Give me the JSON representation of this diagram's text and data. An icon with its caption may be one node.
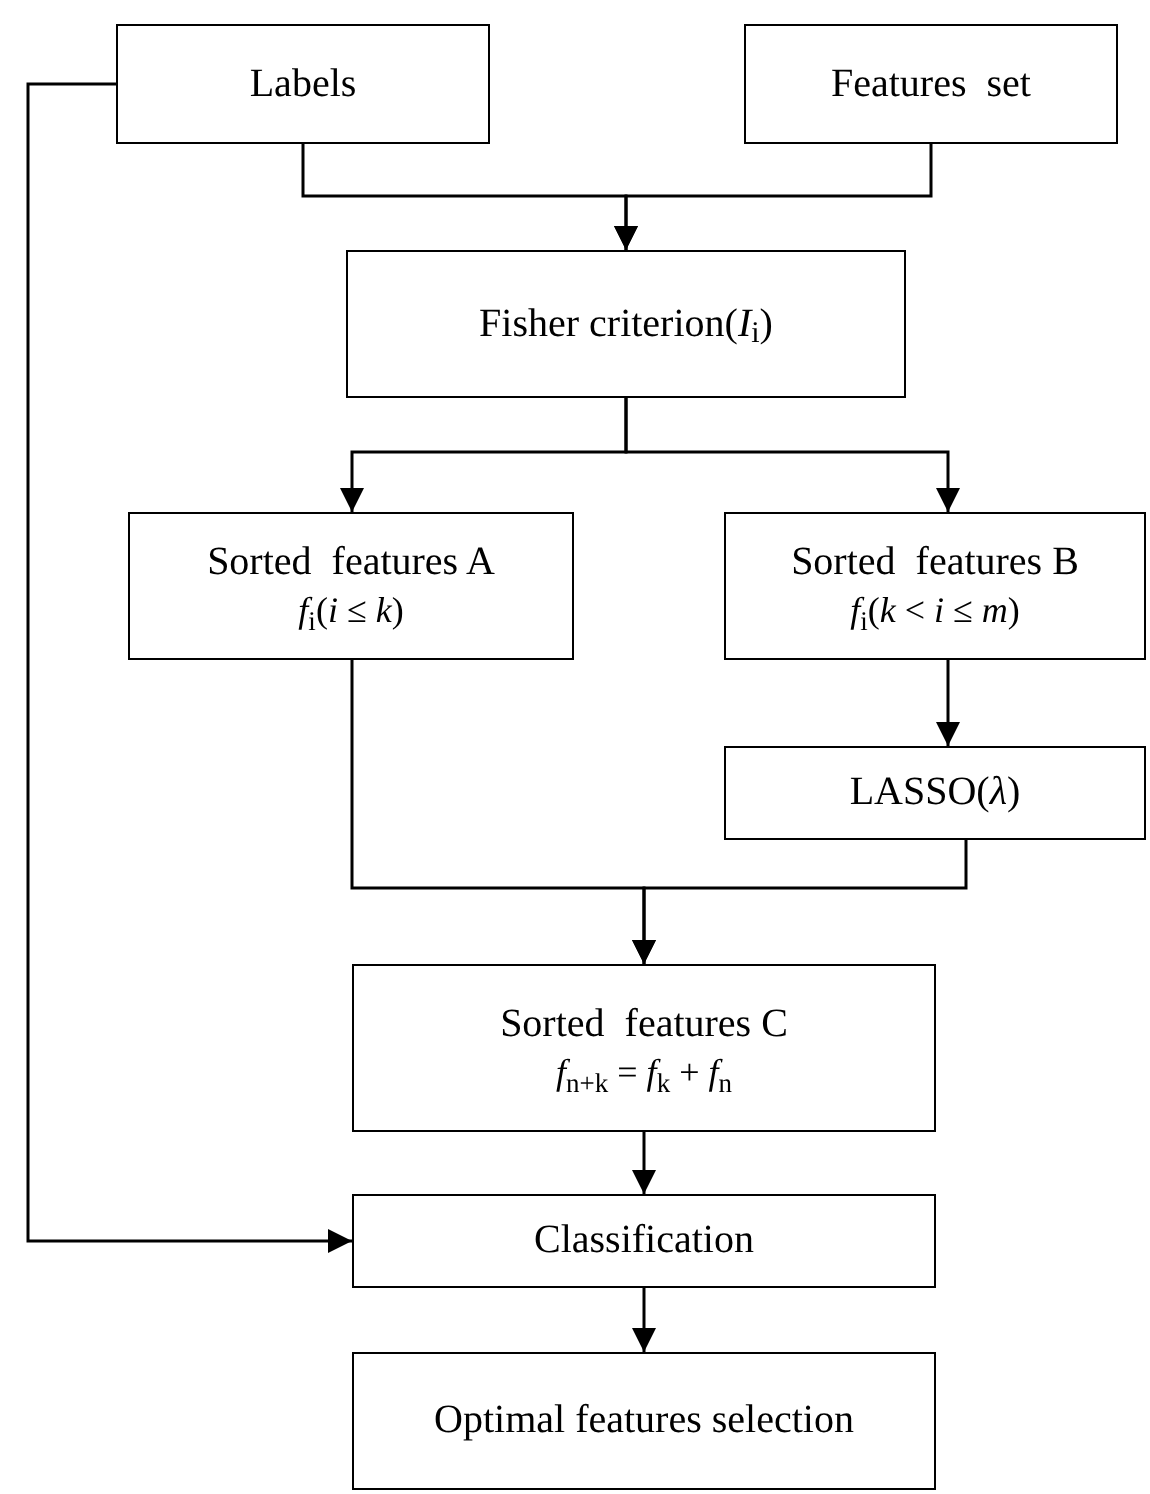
{
  "diagram": {
    "nodes": [
      {
        "text": [
          "Labels"
        ]
      },
      {
        "text": [
          "Features  set"
        ]
      },
      {
        "text": [
          "Fisher criterion(*I*$_{i}$)"
        ]
      },
      {
        "text": [
          "Sorted  features A",
          "*f*$_{i}$(*i* ≤ *k*)"
        ]
      },
      {
        "text": [
          "Sorted  features B",
          "*f*$_{i}$(*k* < *i* ≤ *m*)"
        ]
      },
      {
        "text": [
          "LASSO(*λ*)"
        ]
      },
      {
        "text": [
          "Sorted  features C",
          "*f*$_{n+k}$ = *f*$_{k}$ + *f*$_{n}$"
        ]
      },
      {
        "text": [
          "Classification"
        ]
      },
      {
        "text": [
          "Optimal features selection"
        ]
      }
    ],
    "edges": [
      {
        "from": 0,
        "to": 2,
        "arrow": "to"
      },
      {
        "from": 1,
        "to": 2,
        "arrow": "to"
      },
      {
        "from": 2,
        "to": 3,
        "arrow": "to"
      },
      {
        "from": 2,
        "to": 4,
        "arrow": "to"
      },
      {
        "from": 4,
        "to": 5,
        "arrow": "to"
      },
      {
        "from": 3,
        "to": 6,
        "arrow": "to"
      },
      {
        "from": 5,
        "to": 6,
        "arrow": "to"
      },
      {
        "from": 6,
        "to": 7,
        "arrow": "to"
      },
      {
        "from": 7,
        "to": 8,
        "arrow": "to"
      },
      {
        "from": 0,
        "to": 7,
        "arrow": "to"
      }
    ]
  }
}
